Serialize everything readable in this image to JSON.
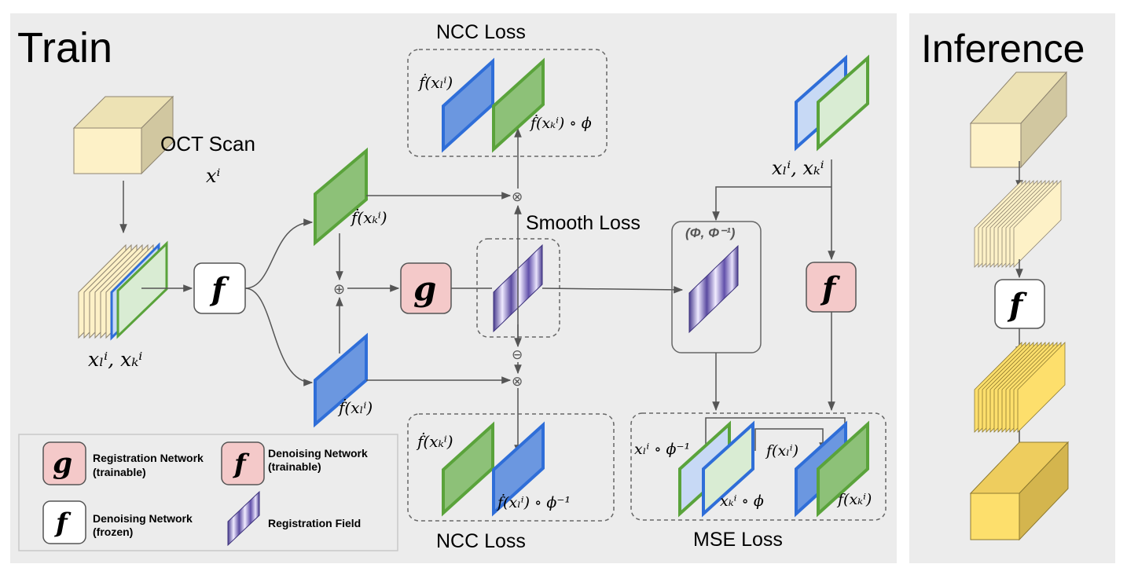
{
  "panels": {
    "train_title": "Train",
    "inference_title": "Inference"
  },
  "labels": {
    "ncc_loss_top": "NCC Loss",
    "ncc_loss_bottom": "NCC Loss",
    "smooth_loss": "Smooth Loss",
    "mse_loss": "MSE Loss",
    "oct_scan": "OCT Scan",
    "oct_var": "xⁱ",
    "phi_pair": "(Φ, Φ⁻¹)"
  },
  "math": {
    "xl_xk": "xₗⁱ, xₖⁱ",
    "f_xk": "ḟ(xₖⁱ)",
    "f_xl": "ḟ(xₗⁱ)",
    "f_xk_phi": "ḟ(xₖⁱ) ∘ ϕ",
    "f_xl_phiinv": "ḟ(xₗⁱ) ∘ ϕ⁻¹",
    "xl_phiinv": "xₗⁱ ∘ ϕ⁻¹",
    "xk_phi": "xₖⁱ ∘ ϕ",
    "fx_l": "f(xₗⁱ)",
    "fx_k": "f(xₖⁱ)"
  },
  "nets": {
    "f": "f",
    "g": "g"
  },
  "operators": {
    "mult": "⊗",
    "plus": "⊕",
    "minus": "⊖"
  },
  "legend": {
    "reg_net": "Registration Network",
    "reg_net_note": "(trainable)",
    "den_net_train": "Denoising Network",
    "den_net_train_note": "(trainable)",
    "den_net_frozen": "Denoising Network",
    "den_net_frozen_note": "(frozen)",
    "reg_field": "Registration Field"
  },
  "colors": {
    "panel_bg": "#ececec",
    "green_fill": "#8dc178",
    "green_stroke": "#5aa33b",
    "blue_fill": "#6b97e0",
    "blue_stroke": "#2f6ed8",
    "light_green_fill": "#d9ecd3",
    "light_blue_fill": "#c7d9f5",
    "pink_fill": "#f4c9c9",
    "cream_front": "#fdf1c7",
    "cream_top": "#ede2b4",
    "cream_side": "#d1c7a0",
    "yellow_front": "#fddf6c",
    "yellow_top": "#eecd5e",
    "yellow_side": "#d4b54e",
    "purple": "#6b5aa8"
  }
}
